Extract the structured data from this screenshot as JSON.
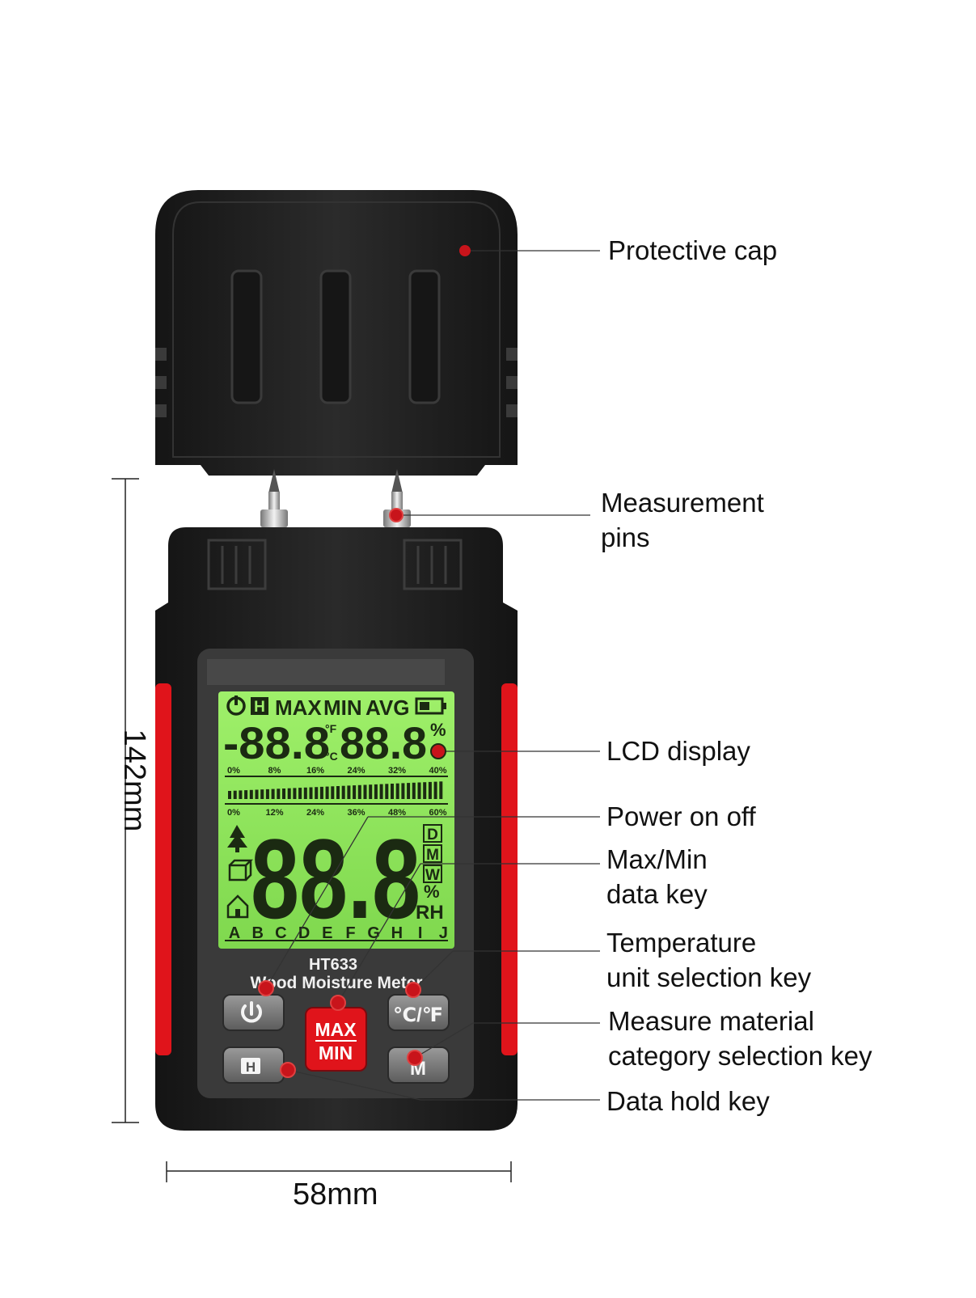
{
  "callouts": {
    "protective_cap": [
      "Protective cap"
    ],
    "measurement_pins": [
      "Measurement",
      "pins"
    ],
    "lcd_display": [
      "LCD display"
    ],
    "power": [
      "Power on off"
    ],
    "maxmin": [
      "Max/Min",
      "data key"
    ],
    "temperature": [
      "Temperature",
      "unit selection key"
    ],
    "material": [
      "Measure material",
      "category selection key"
    ],
    "hold": [
      "Data hold key"
    ]
  },
  "dimensions": {
    "height": "142mm",
    "width": "58mm"
  },
  "device": {
    "model": "HT633",
    "name": "Wood Moisture Meter",
    "buttons": {
      "maxmin_top": "MAX",
      "maxmin_bottom": "MIN",
      "temp": "℃/℉",
      "hold": "H",
      "material": "M"
    }
  },
  "lcd": {
    "status": {
      "hold": "H",
      "max": "MAX",
      "min": "MIN",
      "avg": "AVG"
    },
    "upper_digits_left": "-88.8",
    "upper_digits_right": "88.8",
    "unit_f": "°F",
    "unit_c": "°C",
    "unit_pct": "%",
    "scale1": [
      "0%",
      "8%",
      "16%",
      "24%",
      "32%",
      "40%"
    ],
    "scale2": [
      "0%",
      "12%",
      "24%",
      "36%",
      "48%",
      "60%"
    ],
    "big_digits": "88.8",
    "modes": [
      "D",
      "M",
      "W"
    ],
    "unit_rh_pct": "%",
    "unit_rh": "RH",
    "letters": [
      "A",
      "B",
      "C",
      "D",
      "E",
      "F",
      "G",
      "H",
      "I",
      "J"
    ]
  },
  "colors": {
    "accent_red": "#e0141b",
    "lcd_green": "#8fe35a",
    "body_dark": "#1f1f1f",
    "callout_dot": "#c8141b"
  }
}
